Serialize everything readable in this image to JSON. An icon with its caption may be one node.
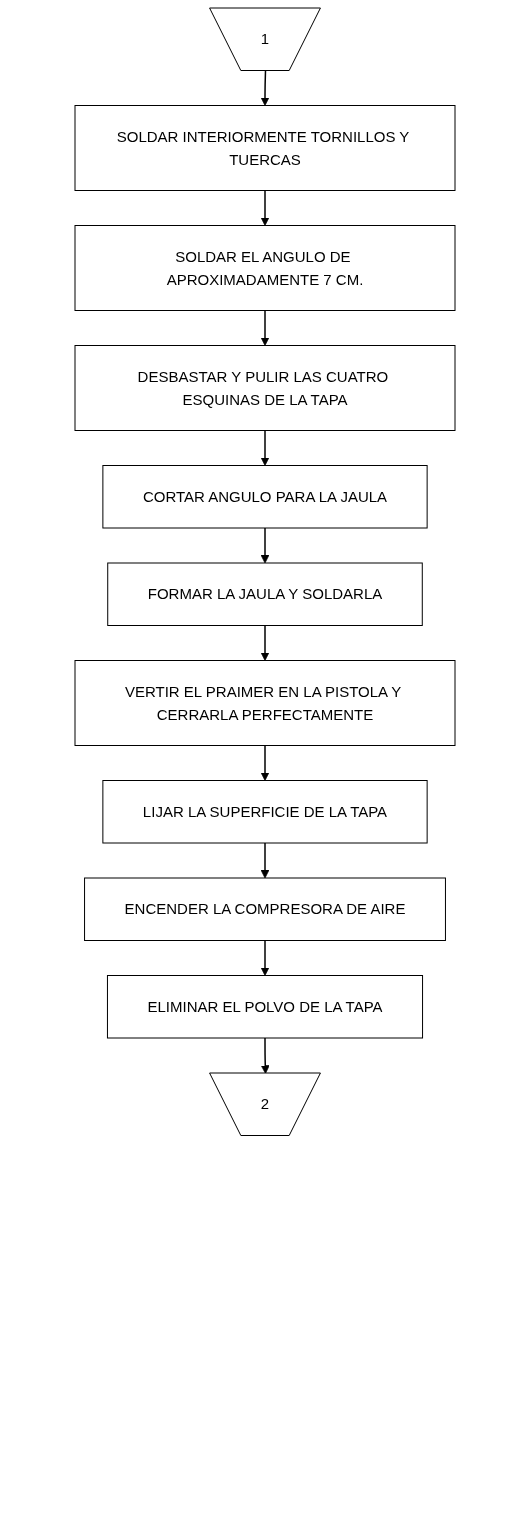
{
  "diagram": {
    "nodes": [
      {
        "text": [
          "1"
        ]
      },
      {
        "text": [
          "SOLDAR INTERIORMENTE TORNILLOS Y TUERCAS"
        ]
      },
      {
        "text": [
          "SOLDAR EL ANGULO DE APROXIMADAMENTE 7 CM."
        ]
      },
      {
        "text": [
          "DESBASTAR Y PULIR LAS CUATRO ESQUINAS DE LA TAPA"
        ]
      },
      {
        "text": [
          "CORTAR ANGULO PARA LA JAULA"
        ]
      },
      {
        "text": [
          "FORMAR LA JAULA Y SOLDARLA"
        ]
      },
      {
        "text": [
          "VERTIR EL PRAIMER EN LA PISTOLA Y CERRARLA PERFECTAMENTE"
        ]
      },
      {
        "text": [
          "LIJAR LA SUPERFICIE DE LA TAPA"
        ]
      },
      {
        "text": [
          "ENCENDER LA COMPRESORA DE AIRE"
        ]
      },
      {
        "text": [
          "ELIMINAR EL POLVO DE LA TAPA"
        ]
      },
      {
        "text": [
          "2"
        ]
      }
    ],
    "edges": [
      {
        "from": 0,
        "to": 1,
        "arrow": "to"
      },
      {
        "from": 1,
        "to": 2,
        "arrow": "to"
      },
      {
        "from": 2,
        "to": 3,
        "arrow": "to"
      },
      {
        "from": 3,
        "to": 4,
        "arrow": "to"
      },
      {
        "from": 4,
        "to": 5,
        "arrow": "to"
      },
      {
        "from": 5,
        "to": 6,
        "arrow": "to"
      },
      {
        "from": 6,
        "to": 7,
        "arrow": "to"
      },
      {
        "from": 7,
        "to": 8,
        "arrow": "to"
      },
      {
        "from": 8,
        "to": 9,
        "arrow": "to"
      },
      {
        "from": 9,
        "to": 10,
        "arrow": "to"
      }
    ]
  }
}
